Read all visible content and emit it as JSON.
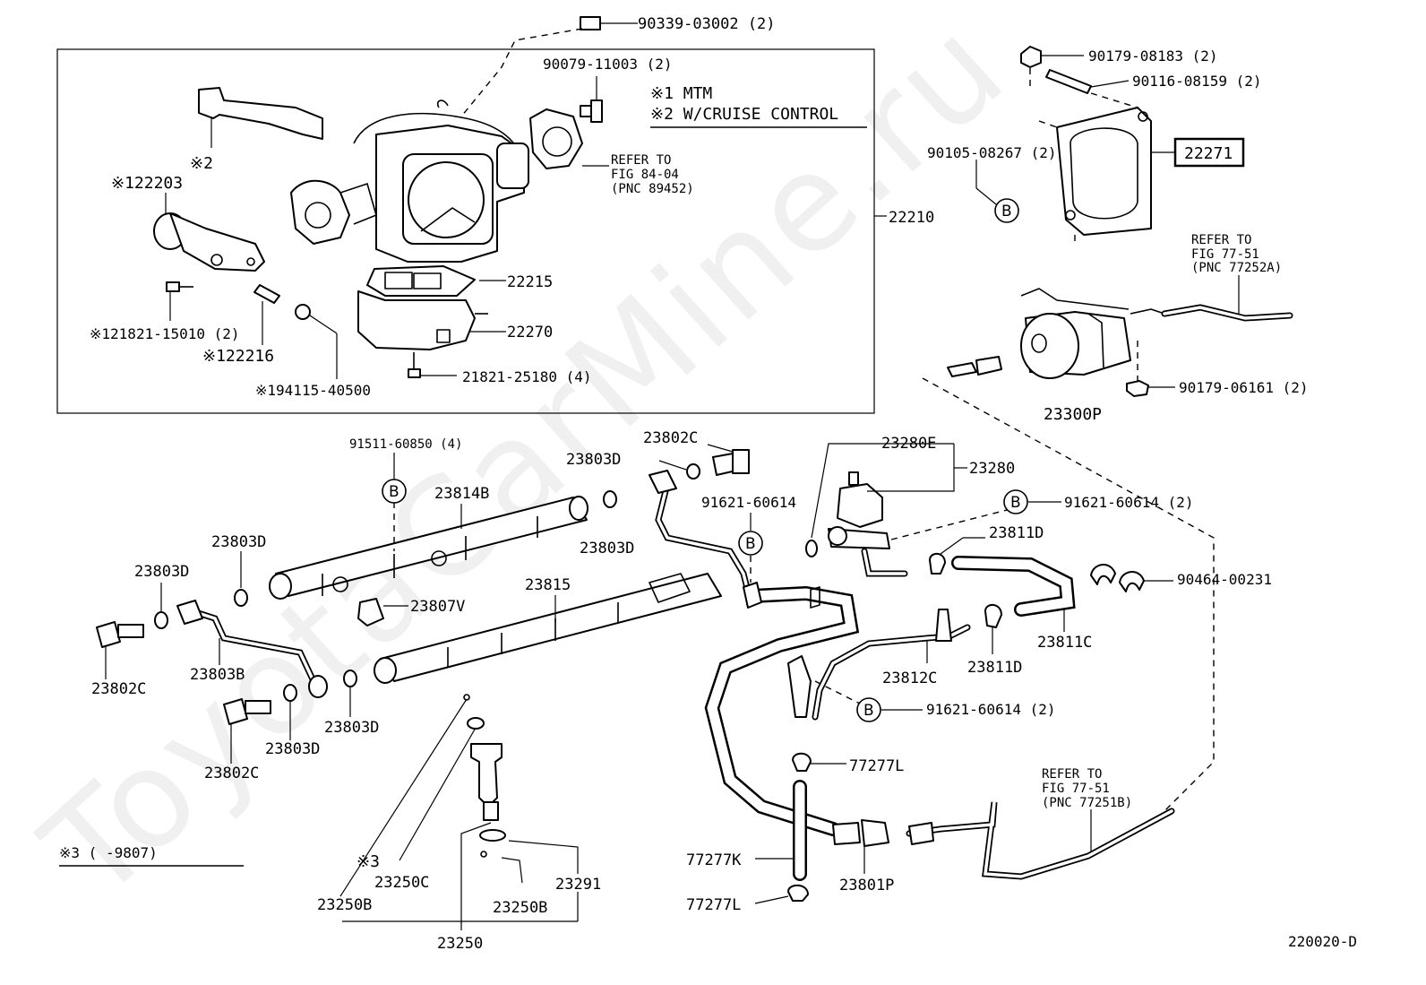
{
  "watermark": "ToyotaCarMine.ru",
  "figure_code": "220020-D",
  "circle_marker": "B",
  "notes": {
    "n1": "※1 MTM",
    "n2": "※2 W/CRUISE CONTROL",
    "n3": "※3 (     -9807)"
  },
  "refs": {
    "r1": [
      "REFER TO",
      "FIG 84-04",
      "(PNC 89452)"
    ],
    "r2": [
      "REFER TO",
      "FIG 77-51",
      "(PNC 77252A)"
    ],
    "r3": [
      "REFER TO",
      "FIG 77-51",
      "(PNC 77251B)"
    ]
  },
  "labels": {
    "l90339": "90339-03002 (2)",
    "l90079": "90079-11003 (2)",
    "l22210": "22210",
    "x2": "※2",
    "l122203": "※122203",
    "l22215": "22215",
    "l22270": "22270",
    "l21821_15010": "※121821-15010 (2)",
    "l122216": "※122216",
    "l94115": "※194115-40500",
    "l21821_25180": "21821-25180 (4)",
    "l90179_08183": "90179-08183 (2)",
    "l90116": "90116-08159 (2)",
    "l90105": "90105-08267 (2)",
    "l22271": "22271",
    "l23300P": "23300P",
    "l90179_06161": "90179-06161 (2)",
    "l91511": "91511-60850 (4)",
    "l23814B": "23814B",
    "l23802C_top": "23802C",
    "l23803D_top": "23803D",
    "l91621_mid": "91621-60614",
    "l23803D_r": "23803D",
    "l23280E": "23280E",
    "l23280": "23280",
    "l91621_right": "91621-60614 (2)",
    "l23811D_top": "23811D",
    "l90464": "90464-00231",
    "l23803D_a": "23803D",
    "l23803D_b": "23803D",
    "l23807V": "23807V",
    "l23815": "23815",
    "l23802C_left": "23802C",
    "l23803B": "23803B",
    "l23803D_c": "23803D",
    "l23803D_d": "23803D",
    "l23802C_bot": "23802C",
    "l23812C": "23812C",
    "l23811D_bot": "23811D",
    "l23811C": "23811C",
    "l91621_bot": "91621-60614 (2)",
    "l77277L_top": "77277L",
    "l77277K": "77277K",
    "l23801P": "23801P",
    "l77277L_bot": "77277L",
    "x3": "※3",
    "l23250C": "23250C",
    "l23250B_l": "23250B",
    "l23250B_r": "23250B",
    "l23291": "23291",
    "l23250": "23250"
  }
}
